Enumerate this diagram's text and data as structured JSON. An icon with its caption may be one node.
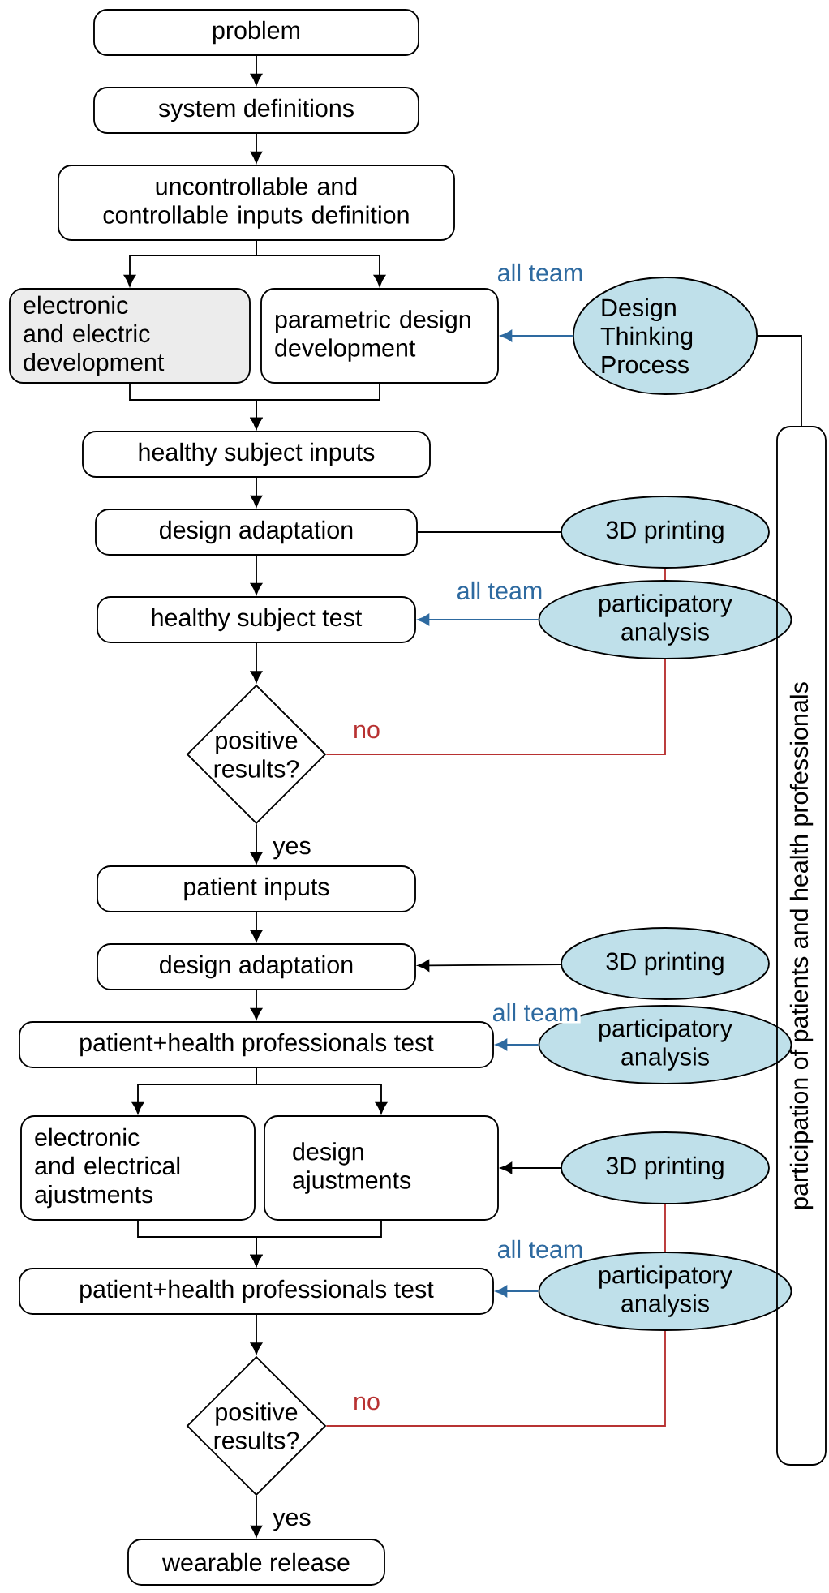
{
  "diagram": {
    "nodes": [
      {
        "text": [
          "problem"
        ]
      },
      {
        "text": [
          "system definitions"
        ]
      },
      {
        "text": [
          "uncontrollable and controllable inputs definition"
        ]
      },
      {
        "text": [
          "electronic and electric development"
        ]
      },
      {
        "text": [
          "parametric design development"
        ]
      },
      {
        "text": [
          "Design Thinking Process"
        ]
      },
      {
        "text": [
          "healthy subject inputs"
        ]
      },
      {
        "text": [
          "design adaptation"
        ]
      },
      {
        "text": [
          "3D printing"
        ]
      },
      {
        "text": [
          "healthy subject test"
        ]
      },
      {
        "text": [
          "participatory analysis"
        ]
      },
      {
        "text": [
          "positive results?"
        ]
      },
      {
        "text": [
          "patient inputs"
        ]
      },
      {
        "text": [
          "design adaptation"
        ]
      },
      {
        "text": [
          "3D printing"
        ]
      },
      {
        "text": [
          "patient+health professionals test"
        ]
      },
      {
        "text": [
          "participatory analysis"
        ]
      },
      {
        "text": [
          "electronic and electrical ajustments"
        ]
      },
      {
        "text": [
          "design ajustments"
        ]
      },
      {
        "text": [
          "3D printing"
        ]
      },
      {
        "text": [
          "patient+health professionals test"
        ]
      },
      {
        "text": [
          "participatory analysis"
        ]
      },
      {
        "text": [
          "positive results?"
        ]
      },
      {
        "text": [
          "wearable release"
        ]
      },
      {
        "text": [
          "participation of patients and health professionals"
        ]
      }
    ],
    "edges": [
      {
        "from": 0,
        "to": 1,
        "arrow": "to"
      },
      {
        "from": 1,
        "to": 2,
        "arrow": "to"
      },
      {
        "from": 2,
        "to": 3,
        "arrow": "to"
      },
      {
        "from": 2,
        "to": 4,
        "arrow": "to"
      },
      {
        "from": 3,
        "to": 6,
        "arrow": "to"
      },
      {
        "from": 4,
        "to": 6,
        "arrow": "to"
      },
      {
        "from": 5,
        "to": 4,
        "arrow": "to",
        "label": "all team",
        "color": "#2e6aa0"
      },
      {
        "from": 5,
        "to": 24,
        "arrow": "none"
      },
      {
        "from": 6,
        "to": 7,
        "arrow": "to"
      },
      {
        "from": 8,
        "to": 7,
        "arrow": "none"
      },
      {
        "from": 7,
        "to": 9,
        "arrow": "to"
      },
      {
        "from": 10,
        "to": 9,
        "arrow": "to",
        "label": "all team",
        "color": "#2e6aa0"
      },
      {
        "from": 8,
        "to": 10,
        "arrow": "none",
        "color": "#b83232"
      },
      {
        "from": 9,
        "to": 11,
        "arrow": "to"
      },
      {
        "from": 11,
        "to": 10,
        "arrow": "none",
        "label": "no",
        "color": "#b83232"
      },
      {
        "from": 11,
        "to": 12,
        "arrow": "to",
        "label": "yes"
      },
      {
        "from": 12,
        "to": 13,
        "arrow": "to"
      },
      {
        "from": 14,
        "to": 13,
        "arrow": "to"
      },
      {
        "from": 13,
        "to": 15,
        "arrow": "to"
      },
      {
        "from": 16,
        "to": 15,
        "arrow": "to",
        "label": "all team",
        "color": "#2e6aa0"
      },
      {
        "from": 15,
        "to": 17,
        "arrow": "to"
      },
      {
        "from": 15,
        "to": 18,
        "arrow": "to"
      },
      {
        "from": 19,
        "to": 18,
        "arrow": "to"
      },
      {
        "from": 19,
        "to": 21,
        "arrow": "none",
        "color": "#b83232"
      },
      {
        "from": 17,
        "to": 20,
        "arrow": "to"
      },
      {
        "from": 18,
        "to": 20,
        "arrow": "to"
      },
      {
        "from": 21,
        "to": 20,
        "arrow": "to",
        "label": "all team",
        "color": "#2e6aa0"
      },
      {
        "from": 20,
        "to": 22,
        "arrow": "to"
      },
      {
        "from": 22,
        "to": 21,
        "arrow": "none",
        "label": "no",
        "color": "#b83232"
      },
      {
        "from": 22,
        "to": 23,
        "arrow": "to",
        "label": "yes"
      }
    ]
  }
}
